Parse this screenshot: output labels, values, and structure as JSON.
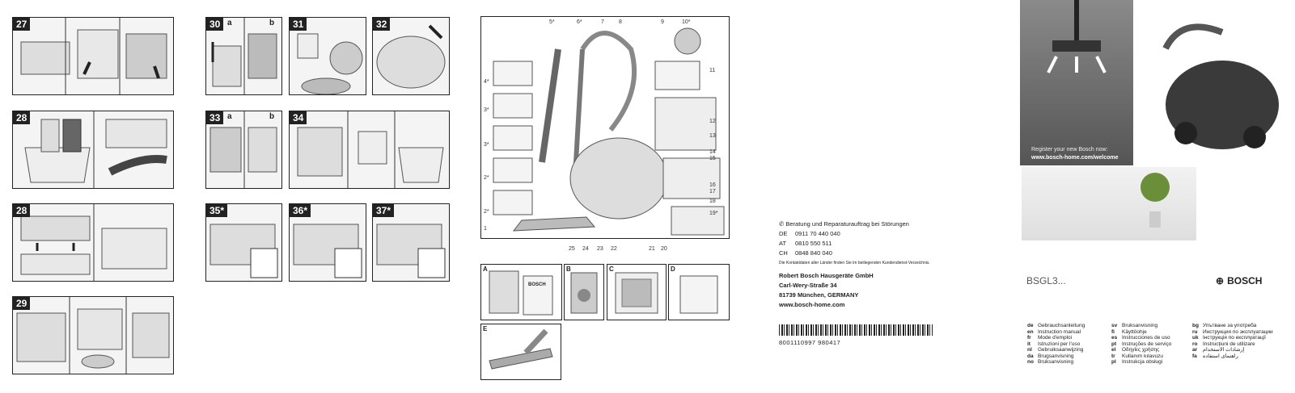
{
  "steps": {
    "s27": "27",
    "s28a": "28",
    "s28b": "28",
    "s29": "29",
    "s30": "30",
    "s30a": "a",
    "s30b": "b",
    "s31": "31",
    "s32": "32",
    "s33": "33",
    "s33a": "a",
    "s33b": "b",
    "s34": "34",
    "s35": "35*",
    "s36": "36*",
    "s37": "37*"
  },
  "parts_diagram": {
    "top_labels": [
      "5*",
      "6*",
      "7",
      "8",
      "9",
      "10*"
    ],
    "right_labels": [
      "11",
      "12",
      "13",
      "14",
      "15",
      "16",
      "17",
      "18",
      "19*"
    ],
    "left_labels": [
      "4*",
      "3*",
      "3*",
      "2*",
      "2*",
      "1"
    ],
    "bottom_labels": [
      "25",
      "24",
      "23",
      "22",
      "21",
      "20"
    ]
  },
  "accessories": {
    "a": "A",
    "b": "B",
    "c": "C",
    "d": "D",
    "e": "E",
    "bag_brand": "BOSCH"
  },
  "contact": {
    "service_line": "Beratung und Reparaturauftrag bei Störungen",
    "phones": [
      {
        "country": "DE",
        "number": "0911 70 440 040"
      },
      {
        "country": "AT",
        "number": "0810 550 511"
      },
      {
        "country": "CH",
        "number": "0848 840 040"
      }
    ],
    "note": "Die Kontaktdaten aller Länder finden Sie im beiliegenden Kundendienst-Verzeichnis."
  },
  "address": {
    "company": "Robert Bosch Hausgeräte GmbH",
    "street": "Carl-Wery-Straße 34",
    "city": "81739 München, GERMANY",
    "web": "www.bosch-home.com"
  },
  "barcode_text": "8001110997   980417",
  "register": {
    "line1": "Register your new Bosch now:",
    "line2": "www.bosch-home.com/welcome"
  },
  "model": "BSGL3...",
  "brand": "BOSCH",
  "languages_col1": [
    {
      "code": "de",
      "name": "Gebrauchsanleitung"
    },
    {
      "code": "en",
      "name": "Instruction manual"
    },
    {
      "code": "fr",
      "name": "Mode d'emploi"
    },
    {
      "code": "it",
      "name": "Istruzioni per l'uso"
    },
    {
      "code": "nl",
      "name": "Gebruiksaanwijzing"
    },
    {
      "code": "da",
      "name": "Brugsanvisning"
    },
    {
      "code": "no",
      "name": "Bruksanvisning"
    }
  ],
  "languages_col2": [
    {
      "code": "sv",
      "name": "Bruksanvisning"
    },
    {
      "code": "fi",
      "name": "Käyttöohje"
    },
    {
      "code": "es",
      "name": "Instrucciones de uso"
    },
    {
      "code": "pt",
      "name": "Instruções de serviço"
    },
    {
      "code": "el",
      "name": "Οδηγίες χρήσης"
    },
    {
      "code": "tr",
      "name": "Kullanım kılavuzu"
    },
    {
      "code": "pl",
      "name": "Instrukcja obsługi"
    }
  ],
  "languages_col3": [
    {
      "code": "bg",
      "name": "Упътване за употреба"
    },
    {
      "code": "ru",
      "name": "Инструкция по эксплуатации"
    },
    {
      "code": "uk",
      "name": "Інструкція по експлуатації"
    },
    {
      "code": "ro",
      "name": "Instrucțiuni de utilizare"
    },
    {
      "code": "ar",
      "name": "إرشادات الاستخدام"
    },
    {
      "code": "fa",
      "name": "راهنمای استفاده"
    }
  ]
}
